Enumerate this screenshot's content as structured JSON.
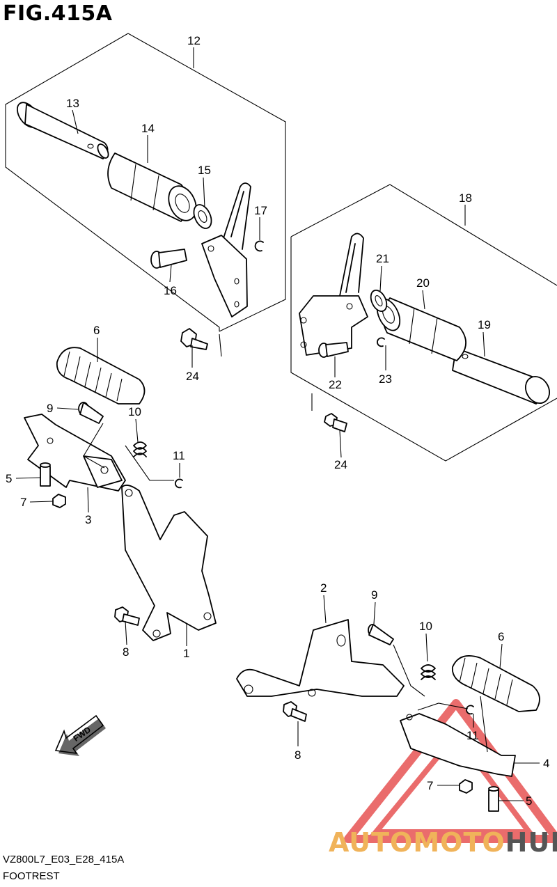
{
  "figure": {
    "title": "FIG.415A"
  },
  "footer": {
    "code": "VZ800L7_E03_E28_415A",
    "caption": "FOOTREST"
  },
  "direction_arrow": {
    "label": "FWD"
  },
  "watermark": {
    "part1": "AUTOMOTO",
    "part2": "HUB",
    "color_main": "#f0b35a",
    "color_dark": "#555555",
    "triangle_color": "#e33c3c"
  },
  "callouts": {
    "c1": "1",
    "c2": "2",
    "c3": "3",
    "c4": "4",
    "c5a": "5",
    "c5b": "5",
    "c6a": "6",
    "c6b": "6",
    "c7a": "7",
    "c7b": "7",
    "c8a": "8",
    "c8b": "8",
    "c9a": "9",
    "c9b": "9",
    "c10a": "10",
    "c10b": "10",
    "c11a": "11",
    "c11b": "11",
    "c12": "12",
    "c13": "13",
    "c14": "14",
    "c15": "15",
    "c16": "16",
    "c17": "17",
    "c18": "18",
    "c19": "19",
    "c20": "20",
    "c21": "21",
    "c22": "22",
    "c23": "23",
    "c24a": "24",
    "c24b": "24"
  }
}
